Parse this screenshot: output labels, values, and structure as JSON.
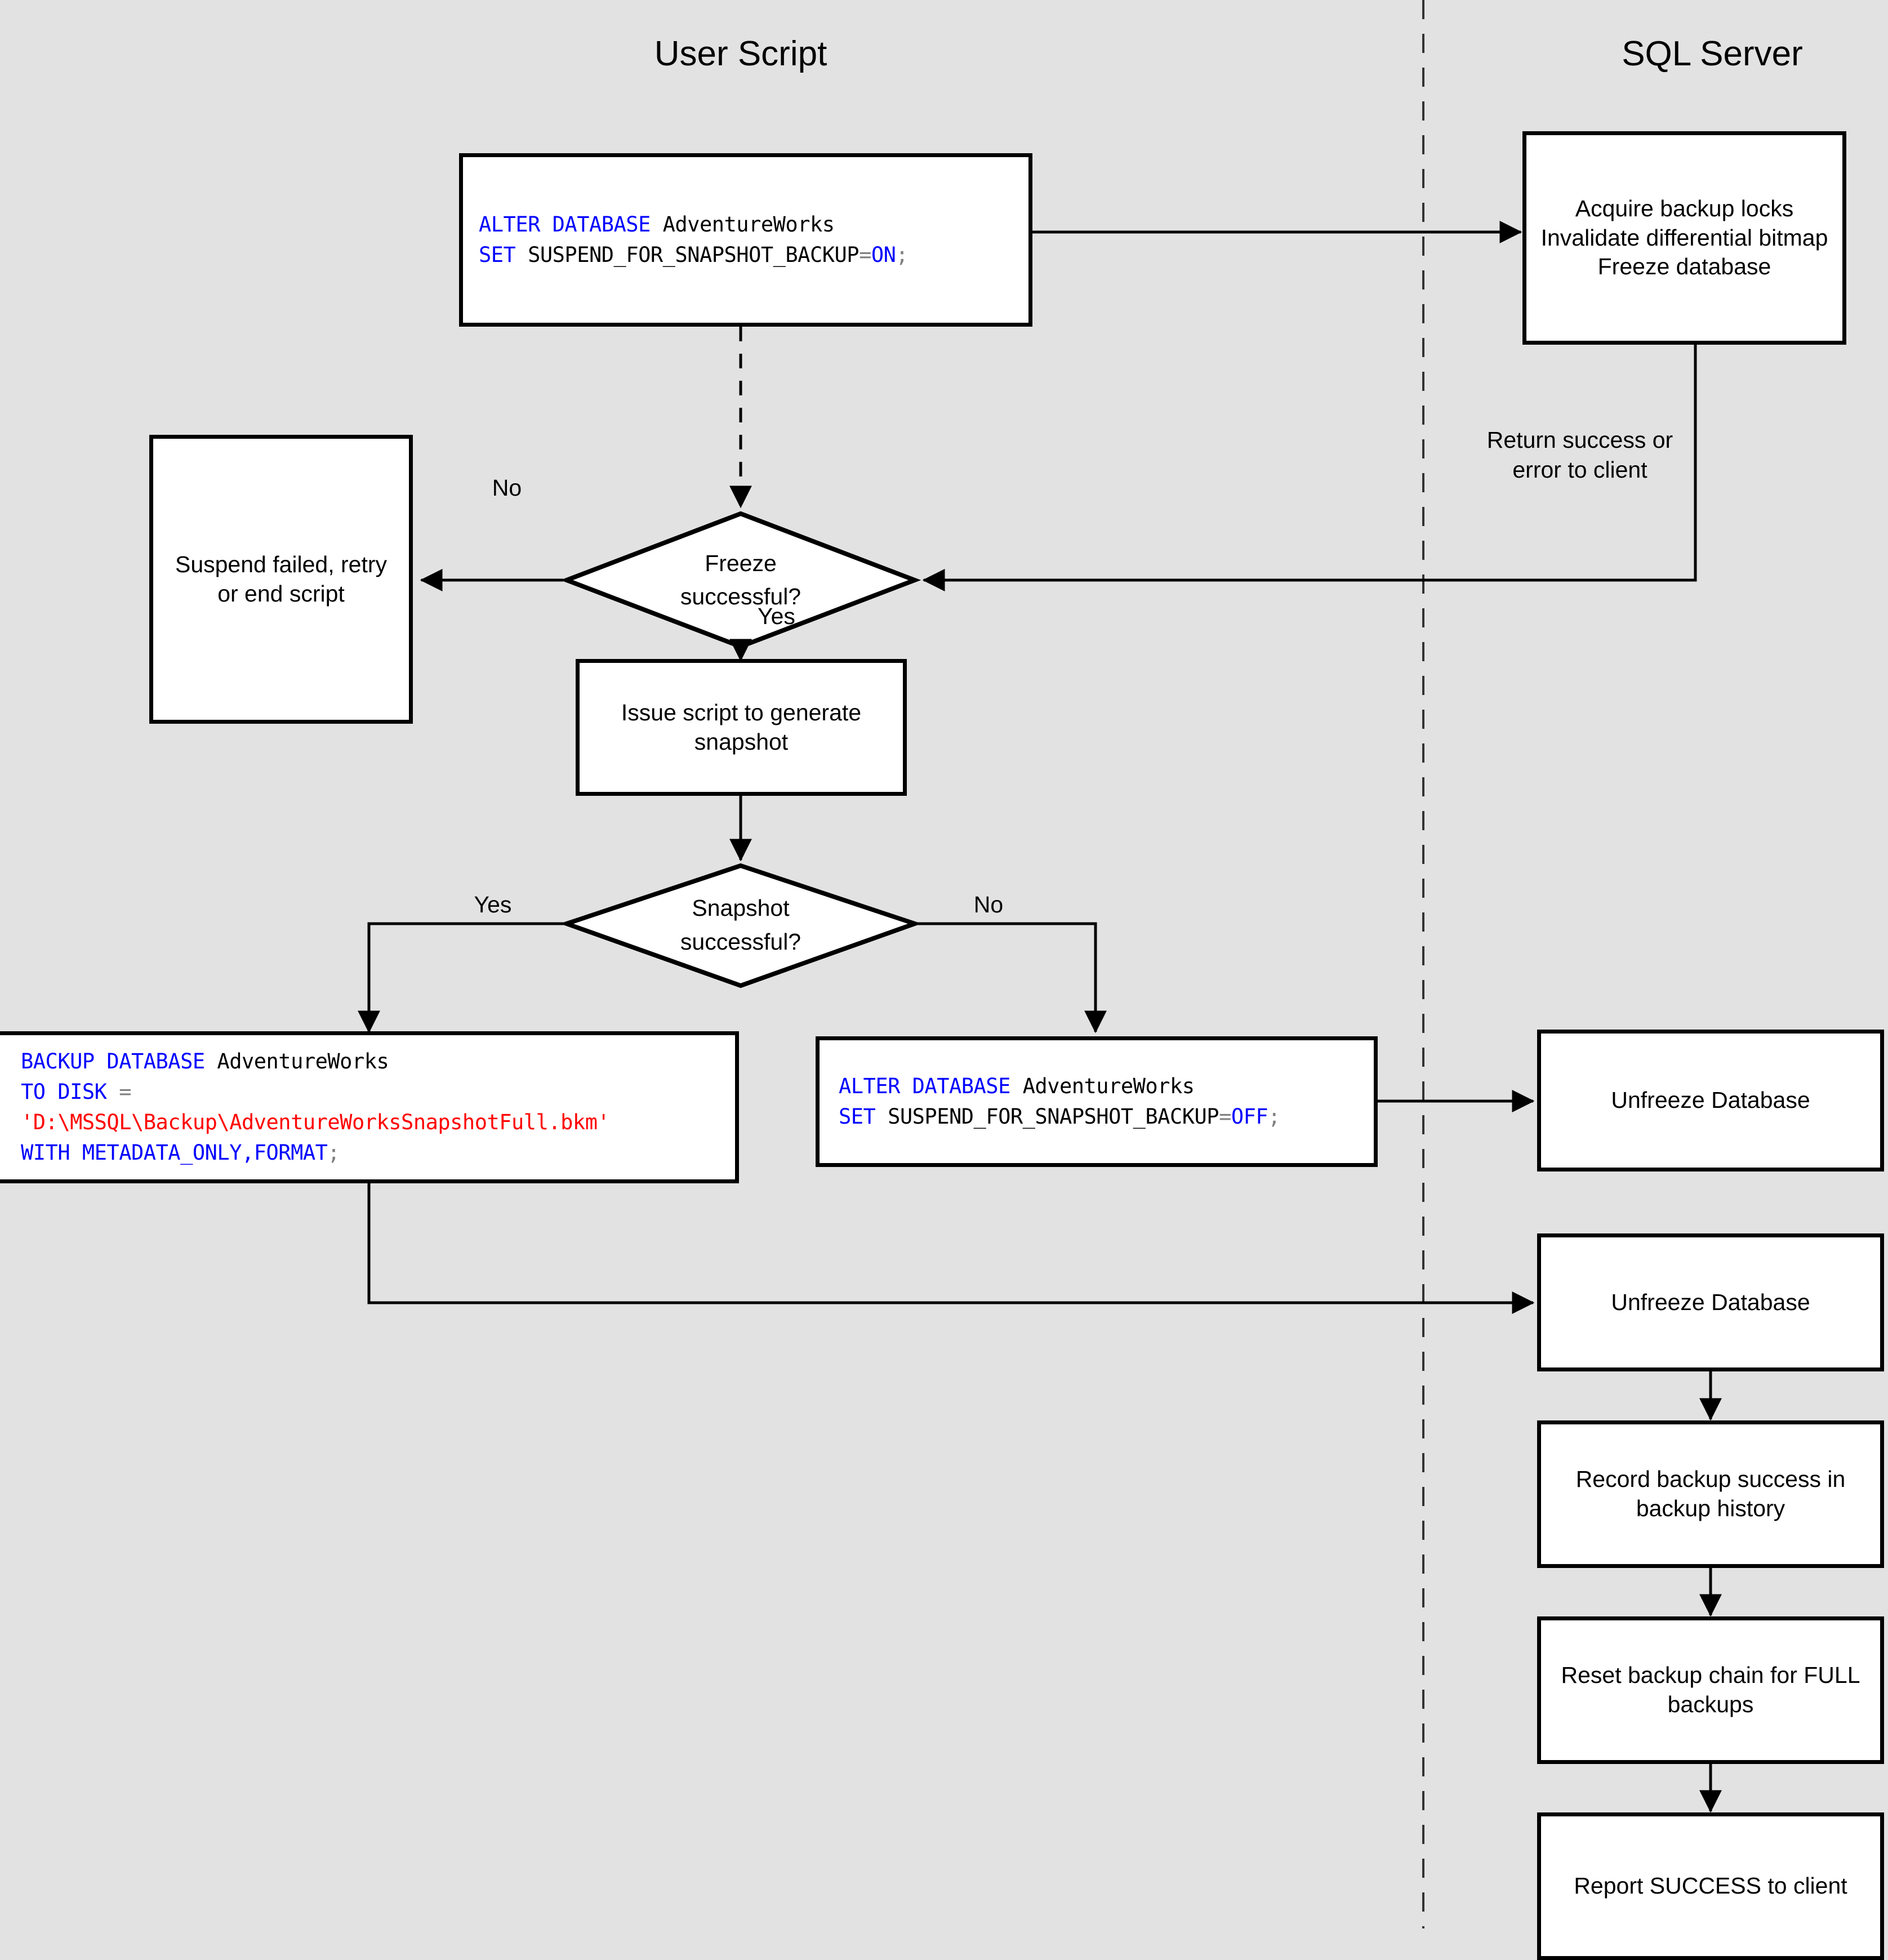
{
  "diagram": {
    "title": "SQL Server snapshot backup flow",
    "background_color": "#e2e2e2",
    "node_fill": "#ffffff",
    "node_stroke": "#000000",
    "divider_style": "dashed"
  },
  "lanes": [
    {
      "id": "user-script",
      "label": "User Script"
    },
    {
      "id": "sql-server",
      "label": "SQL Server"
    }
  ],
  "nodes": {
    "alter_on": {
      "type": "code",
      "lines": [
        {
          "segments": [
            {
              "text": "ALTER DATABASE ",
              "style": "kw"
            },
            {
              "text": "AdventureWorks",
              "style": "pl"
            }
          ]
        },
        {
          "segments": [
            {
              "text": "SET ",
              "style": "kw"
            },
            {
              "text": "SUSPEND_FOR_SNAPSHOT_BACKUP",
              "style": "pl"
            },
            {
              "text": "=",
              "style": "op"
            },
            {
              "text": "ON",
              "style": "kw"
            },
            {
              "text": ";",
              "style": "semi"
            }
          ]
        }
      ]
    },
    "acquire_locks": {
      "type": "process",
      "label": "Acquire backup locks\nInvalidate differential\nbitmap\nFreeze database"
    },
    "freeze_decision": {
      "type": "decision",
      "label": "Freeze\nsuccessful?"
    },
    "suspend_failed": {
      "type": "process",
      "label": "Suspend failed,\nretry or end script"
    },
    "issue_script": {
      "type": "process",
      "label": "Issue script to generate\nsnapshot"
    },
    "snapshot_decision": {
      "type": "decision",
      "label": "Snapshot\nsuccessful?"
    },
    "backup_database": {
      "type": "code",
      "lines": [
        {
          "segments": [
            {
              "text": "BACKUP DATABASE ",
              "style": "kw"
            },
            {
              "text": "AdventureWorks",
              "style": "pl"
            }
          ]
        },
        {
          "segments": [
            {
              "text": "TO DISK ",
              "style": "kw"
            },
            {
              "text": "=",
              "style": "op"
            }
          ]
        },
        {
          "segments": [
            {
              "text": "'D:\\MSSQL\\Backup\\AdventureWorksSnapshotFull.bkm'",
              "style": "str"
            }
          ]
        },
        {
          "segments": [
            {
              "text": "WITH METADATA_ONLY,FORMAT",
              "style": "kw"
            },
            {
              "text": ";",
              "style": "semi"
            }
          ]
        }
      ]
    },
    "alter_off": {
      "type": "code",
      "lines": [
        {
          "segments": [
            {
              "text": "ALTER DATABASE ",
              "style": "kw"
            },
            {
              "text": "AdventureWorks",
              "style": "pl"
            }
          ]
        },
        {
          "segments": [
            {
              "text": "SET ",
              "style": "kw"
            },
            {
              "text": "SUSPEND_FOR_SNAPSHOT_BACKUP",
              "style": "pl"
            },
            {
              "text": "=",
              "style": "op"
            },
            {
              "text": "OFF",
              "style": "kw"
            },
            {
              "text": ";",
              "style": "semi"
            }
          ]
        }
      ]
    },
    "unfreeze_1": {
      "type": "process",
      "label": "Unfreeze Database"
    },
    "unfreeze_2": {
      "type": "process",
      "label": "Unfreeze Database"
    },
    "record_backup": {
      "type": "process",
      "label": "Record backup success in\nbackup history"
    },
    "reset_chain": {
      "type": "process",
      "label": "Reset backup chain for FULL\nbackups"
    },
    "report_success": {
      "type": "process",
      "label": "Report SUCCESS to client"
    }
  },
  "edge_labels": {
    "return_success": "Return success or\nerror to client",
    "freeze_no": "No",
    "freeze_yes": "Yes",
    "snapshot_yes": "Yes",
    "snapshot_no": "No"
  }
}
